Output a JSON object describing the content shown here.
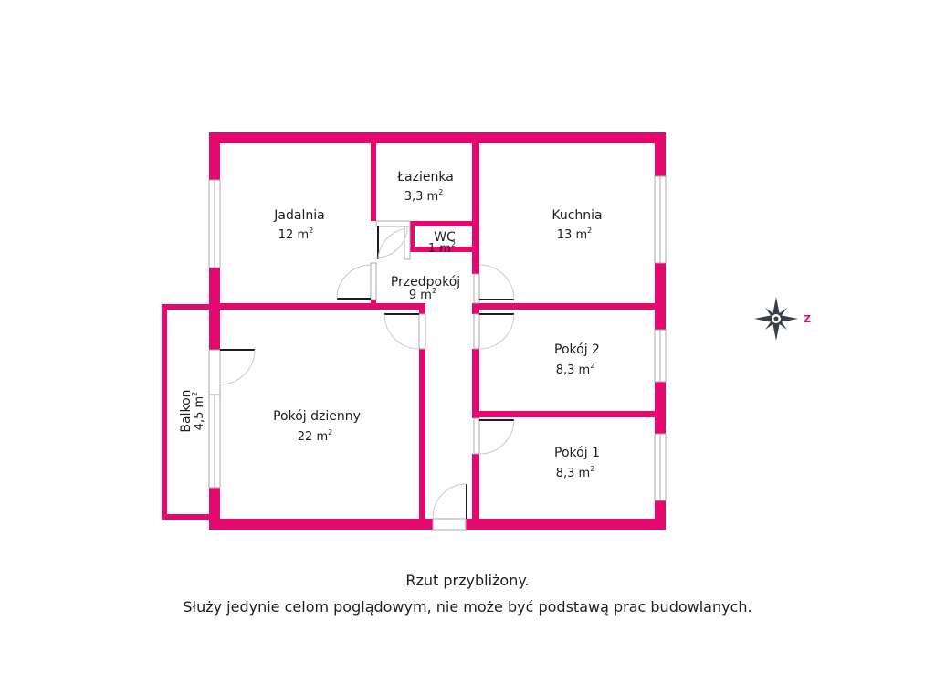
{
  "colors": {
    "wall": "#e5086f",
    "window_frame": "#a8a8a8",
    "door_arc": "#c8c8c8",
    "door_leaf": "#1e1e1e",
    "text": "#1e1e1e",
    "compass": "#3a3f4a",
    "compass_letter": "#e5086f"
  },
  "rooms": [
    {
      "name": "Jadalnia",
      "area": "12 m",
      "unit_sup": "2"
    },
    {
      "name": "Łazienka",
      "area": "3,3 m",
      "unit_sup": "2"
    },
    {
      "name": "WC",
      "area": "1 m",
      "unit_sup": "2"
    },
    {
      "name": "Kuchnia",
      "area": "13 m",
      "unit_sup": "2"
    },
    {
      "name": "Przedpokój",
      "area": "9 m",
      "unit_sup": "2"
    },
    {
      "name": "Pokój dzienny",
      "area": "22 m",
      "unit_sup": "2"
    },
    {
      "name": "Pokój 2",
      "area": "8,3 m",
      "unit_sup": "2"
    },
    {
      "name": "Pokój 1",
      "area": "8,3 m",
      "unit_sup": "2"
    },
    {
      "name": "Balkon",
      "area": "4,5 m",
      "unit_sup": "2"
    }
  ],
  "compass": {
    "icon": "compass-rose-icon",
    "direction_letter": "Z"
  },
  "disclaimer": {
    "line1": "Rzut przybliżony.",
    "line2": "Służy jedynie celom poglądowym, nie może być podstawą prac budowlanych."
  }
}
